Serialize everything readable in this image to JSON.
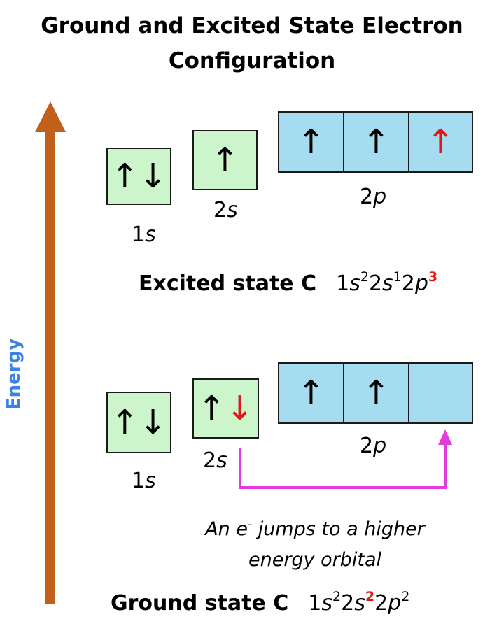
{
  "title": {
    "line1": "Ground and Excited State Electron",
    "line2": "Configuration"
  },
  "axis": {
    "label": "Energy",
    "arrow_color": "#c0601a",
    "label_color": "#3b82e8"
  },
  "excited": {
    "orbital_1s": {
      "label_num": "1",
      "label_sub": "s",
      "spins": "↑↓"
    },
    "orbital_2s": {
      "label_num": "2",
      "label_sub": "s",
      "spins": "↑"
    },
    "orbital_2p": {
      "label_num": "2",
      "label_sub": "p",
      "spins": [
        "↑",
        "↑",
        "↑"
      ],
      "highlight_index": 2
    },
    "state_name": "Excited state C",
    "config": {
      "o1": "1",
      "s1": "s",
      "e1": "2",
      "o2": "2",
      "s2": "s",
      "e2": "1",
      "o3": "2",
      "s3": "p",
      "e3": "3"
    }
  },
  "ground": {
    "orbital_1s": {
      "label_num": "1",
      "label_sub": "s",
      "spins": "↑↓"
    },
    "orbital_2s": {
      "label_num": "2",
      "label_sub": "s",
      "spin_up": "↑",
      "spin_down": "↓"
    },
    "orbital_2p": {
      "label_num": "2",
      "label_sub": "p",
      "spins": [
        "↑",
        "↑",
        ""
      ]
    },
    "state_name": "Ground state C",
    "config": {
      "o1": "1",
      "s1": "s",
      "e1": "2",
      "o2": "2",
      "s2": "s",
      "e2": "2",
      "o3": "2",
      "s3": "p",
      "e3": "2"
    }
  },
  "annotation": {
    "line1": "An e",
    "sup": "-",
    "line1_rest": " jumps to a higher",
    "line2": "energy orbital",
    "arrow_color": "#e23be0"
  },
  "colors": {
    "s_box": "#ccf5cc",
    "p_box": "#a6dcef",
    "highlight": "#e01818"
  }
}
